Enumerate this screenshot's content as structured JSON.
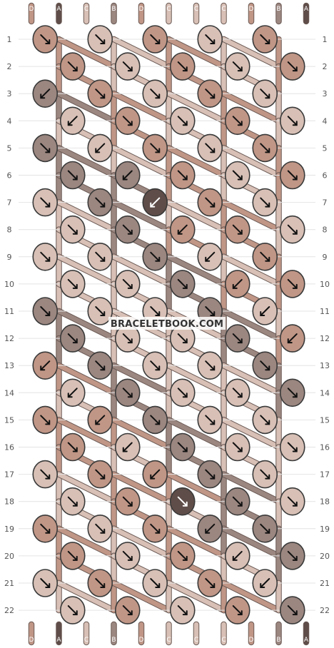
{
  "watermark": "BRACELETBOOK.COM",
  "colors": {
    "A": "#5f4d49",
    "B": "#9b8680",
    "C": "#d8c0b6",
    "D": "#c09686"
  },
  "top_strands": [
    "D",
    "A",
    "C",
    "B",
    "D",
    "C",
    "C",
    "C",
    "D",
    "B",
    "A"
  ],
  "bottom_strands": [
    "D",
    "A",
    "C",
    "B",
    "D",
    "C",
    "C",
    "C",
    "D",
    "B",
    "A"
  ],
  "rows": [
    "1",
    "2",
    "3",
    "4",
    "5",
    "6",
    "7",
    "8",
    "9",
    "10",
    "11",
    "12",
    "13",
    "14",
    "15",
    "16",
    "17",
    "18",
    "19",
    "20",
    "21",
    "22"
  ],
  "knots": [
    [
      {
        "c": "D",
        "d": "R"
      },
      {
        "c": "C",
        "d": "R"
      },
      {
        "c": "D",
        "d": "R"
      },
      {
        "c": "C",
        "d": "R"
      },
      {
        "c": "D",
        "d": "R"
      }
    ],
    [
      {
        "c": "D",
        "d": "R"
      },
      {
        "c": "C",
        "d": "R"
      },
      {
        "c": "D",
        "d": "R"
      },
      {
        "c": "C",
        "d": "R"
      },
      {
        "c": "D",
        "d": "R"
      }
    ],
    [
      {
        "c": "B",
        "d": "L"
      },
      {
        "c": "D",
        "d": "R"
      },
      {
        "c": "C",
        "d": "R"
      },
      {
        "c": "D",
        "d": "R"
      },
      {
        "c": "C",
        "d": "R"
      }
    ],
    [
      {
        "c": "C",
        "d": "L"
      },
      {
        "c": "D",
        "d": "R"
      },
      {
        "c": "C",
        "d": "R"
      },
      {
        "c": "D",
        "d": "R"
      },
      {
        "c": "C",
        "d": "R"
      }
    ],
    [
      {
        "c": "B",
        "d": "R"
      },
      {
        "c": "C",
        "d": "L"
      },
      {
        "c": "D",
        "d": "R"
      },
      {
        "c": "C",
        "d": "R"
      },
      {
        "c": "D",
        "d": "R"
      }
    ],
    [
      {
        "c": "B",
        "d": "R"
      },
      {
        "c": "B",
        "d": "L"
      },
      {
        "c": "D",
        "d": "R"
      },
      {
        "c": "C",
        "d": "R"
      },
      {
        "c": "D",
        "d": "R"
      }
    ],
    [
      {
        "c": "C",
        "d": "R"
      },
      {
        "c": "B",
        "d": "R"
      },
      {
        "c": "A",
        "d": "L"
      },
      {
        "c": "D",
        "d": "R"
      },
      {
        "c": "C",
        "d": "R"
      }
    ],
    [
      {
        "c": "C",
        "d": "R"
      },
      {
        "c": "B",
        "d": "R"
      },
      {
        "c": "D",
        "d": "L"
      },
      {
        "c": "D",
        "d": "R"
      },
      {
        "c": "C",
        "d": "R"
      }
    ],
    [
      {
        "c": "C",
        "d": "R"
      },
      {
        "c": "C",
        "d": "R"
      },
      {
        "c": "B",
        "d": "R"
      },
      {
        "c": "C",
        "d": "L"
      },
      {
        "c": "D",
        "d": "R"
      }
    ],
    [
      {
        "c": "C",
        "d": "R"
      },
      {
        "c": "C",
        "d": "R"
      },
      {
        "c": "B",
        "d": "R"
      },
      {
        "c": "D",
        "d": "L"
      },
      {
        "c": "D",
        "d": "R"
      }
    ],
    [
      {
        "c": "B",
        "d": "R"
      },
      {
        "c": "C",
        "d": "R"
      },
      {
        "c": "C",
        "d": "R"
      },
      {
        "c": "B",
        "d": "R"
      },
      {
        "c": "C",
        "d": "L"
      }
    ],
    [
      {
        "c": "B",
        "d": "R"
      },
      {
        "c": "C",
        "d": "R"
      },
      {
        "c": "C",
        "d": "R"
      },
      {
        "c": "B",
        "d": "R"
      },
      {
        "c": "D",
        "d": "L"
      }
    ],
    [
      {
        "c": "D",
        "d": "L"
      },
      {
        "c": "B",
        "d": "R"
      },
      {
        "c": "C",
        "d": "R"
      },
      {
        "c": "C",
        "d": "R"
      },
      {
        "c": "B",
        "d": "R"
      }
    ],
    [
      {
        "c": "C",
        "d": "L"
      },
      {
        "c": "B",
        "d": "R"
      },
      {
        "c": "C",
        "d": "R"
      },
      {
        "c": "C",
        "d": "R"
      },
      {
        "c": "B",
        "d": "R"
      }
    ],
    [
      {
        "c": "D",
        "d": "R"
      },
      {
        "c": "D",
        "d": "L"
      },
      {
        "c": "B",
        "d": "R"
      },
      {
        "c": "C",
        "d": "R"
      },
      {
        "c": "C",
        "d": "R"
      }
    ],
    [
      {
        "c": "D",
        "d": "R"
      },
      {
        "c": "C",
        "d": "L"
      },
      {
        "c": "B",
        "d": "R"
      },
      {
        "c": "C",
        "d": "R"
      },
      {
        "c": "C",
        "d": "R"
      }
    ],
    [
      {
        "c": "C",
        "d": "R"
      },
      {
        "c": "D",
        "d": "R"
      },
      {
        "c": "D",
        "d": "L"
      },
      {
        "c": "B",
        "d": "R"
      },
      {
        "c": "C",
        "d": "R"
      }
    ],
    [
      {
        "c": "C",
        "d": "R"
      },
      {
        "c": "D",
        "d": "R"
      },
      {
        "c": "A",
        "d": "R"
      },
      {
        "c": "B",
        "d": "R"
      },
      {
        "c": "C",
        "d": "R"
      }
    ],
    [
      {
        "c": "D",
        "d": "R"
      },
      {
        "c": "C",
        "d": "R"
      },
      {
        "c": "D",
        "d": "R"
      },
      {
        "c": "B",
        "d": "L"
      },
      {
        "c": "B",
        "d": "R"
      }
    ],
    [
      {
        "c": "D",
        "d": "R"
      },
      {
        "c": "C",
        "d": "R"
      },
      {
        "c": "D",
        "d": "R"
      },
      {
        "c": "C",
        "d": "L"
      },
      {
        "c": "B",
        "d": "R"
      }
    ],
    [
      {
        "c": "C",
        "d": "R"
      },
      {
        "c": "D",
        "d": "R"
      },
      {
        "c": "C",
        "d": "R"
      },
      {
        "c": "D",
        "d": "R"
      },
      {
        "c": "C",
        "d": "L"
      }
    ],
    [
      {
        "c": "C",
        "d": "R"
      },
      {
        "c": "D",
        "d": "R"
      },
      {
        "c": "C",
        "d": "R"
      },
      {
        "c": "D",
        "d": "R"
      },
      {
        "c": "B",
        "d": "R"
      }
    ]
  ]
}
